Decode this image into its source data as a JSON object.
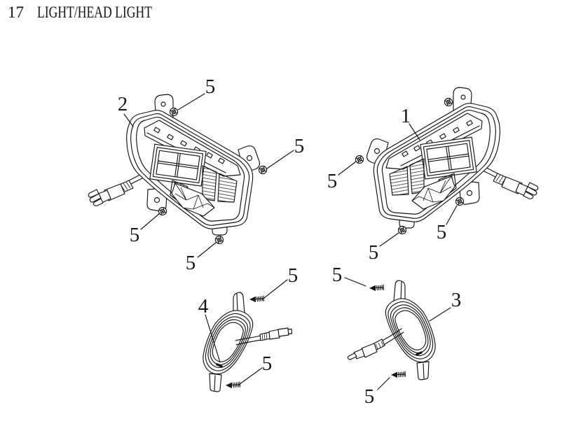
{
  "header": {
    "section_number": "17",
    "section_title": "LIGHT/HEAD LIGHT"
  },
  "palette": {
    "ink": "#151515",
    "background": "#ffffff"
  },
  "diagram": {
    "callouts": [
      {
        "label": "2",
        "target": "left-headlight-assembly"
      },
      {
        "label": "5",
        "target": "left-headlight-top-screw"
      },
      {
        "label": "5",
        "target": "left-headlight-right-screw"
      },
      {
        "label": "5",
        "target": "left-headlight-lower-left-screw"
      },
      {
        "label": "5",
        "target": "left-headlight-bottom-screw"
      },
      {
        "label": "1",
        "target": "right-headlight-assembly"
      },
      {
        "label": "5",
        "target": "right-headlight-left-screw"
      },
      {
        "label": "5",
        "target": "right-headlight-bottom-screw"
      },
      {
        "label": "5",
        "target": "right-headlight-lower-right-screw"
      },
      {
        "label": "4",
        "target": "left-signal-lamp"
      },
      {
        "label": "5",
        "target": "left-signal-top-screw"
      },
      {
        "label": "5",
        "target": "left-signal-bottom-screw"
      },
      {
        "label": "3",
        "target": "right-signal-lamp"
      },
      {
        "label": "5",
        "target": "right-signal-top-screw"
      },
      {
        "label": "5",
        "target": "right-signal-bottom-screw"
      }
    ]
  }
}
